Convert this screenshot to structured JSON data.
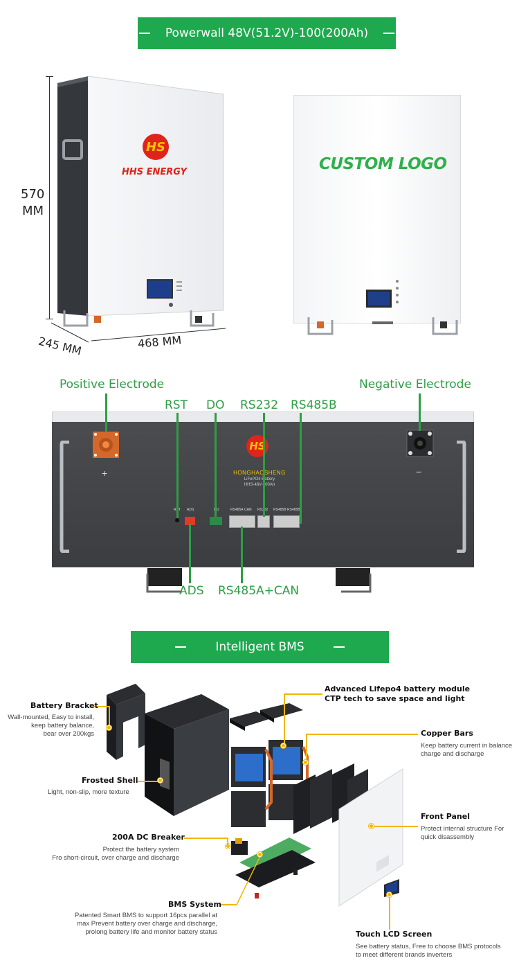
{
  "banner_top": {
    "title": "Powerwall 48V(51.2V)-100(200Ah)"
  },
  "dimensions": {
    "height_value": "570",
    "height_unit": "MM",
    "depth": "245 MM",
    "width": "468 MM"
  },
  "left_product": {
    "brand_logo_text": "HS",
    "brand_name": "HHS ENERGY"
  },
  "right_product": {
    "custom_logo": "CUSTOM LOGO"
  },
  "front_panel": {
    "brand_name": "HONGHAOSHENG",
    "brand_sub1": "LiFePO4 Battery",
    "brand_sub2": "HHS-48V-200Ah",
    "plus": "+",
    "minus": "−",
    "port_labels": [
      "RST",
      "ADS",
      "DO",
      "RS485A",
      "CAN",
      "RS232",
      "RS485B",
      "RS485B"
    ]
  },
  "callouts": {
    "positive": "Positive Electrode",
    "negative": "Negative Electrode",
    "rst": "RST",
    "do": "DO",
    "rs232": "RS232",
    "rs485b": "RS485B",
    "ads": "ADS",
    "rs485a_can": "RS485A+CAN"
  },
  "banner_bms": {
    "title": "Intelligent BMS"
  },
  "parts": {
    "battery_bracket": {
      "title": "Battery Bracket",
      "desc": [
        "Wall-mounted, Easy to install,",
        "keep battery balance,",
        "bear over 200kgs"
      ]
    },
    "frosted_shell": {
      "title": "Frosted Shell",
      "desc": [
        "Light, non-slip, more texture"
      ]
    },
    "dc_breaker": {
      "title": "200A DC Breaker",
      "desc": [
        "Protect the battery system",
        "Fro short-circuit, over charge and discharge"
      ]
    },
    "bms_system": {
      "title": "BMS System",
      "desc": [
        "Patented Smart BMS to support 16pcs parallel at",
        "max Prevent battery over charge and discharge,",
        "prolong battery life and monitor battery status"
      ]
    },
    "module": {
      "title1": "Advanced Lifepo4 battery module",
      "title2": "CTP tech to save space and light"
    },
    "copper_bars": {
      "title": "Copper Bars",
      "desc": [
        "Keep battery current in balance",
        "charge and discharge"
      ]
    },
    "front_panel": {
      "title": "Front Panel",
      "desc": [
        "Protect internal structure For",
        "quick disassembly"
      ]
    },
    "touch_lcd": {
      "title": "Touch LCD Screen",
      "desc": [
        "See battery status, Free to choose BMS protocols",
        "to meet different brands inverters"
      ]
    }
  },
  "colors": {
    "accent_green": "#1ea94e",
    "label_green": "#2e9e45",
    "leader_yellow": "#f2b600",
    "logo_red": "#e0231b",
    "logo_yellow": "#f5c400"
  }
}
